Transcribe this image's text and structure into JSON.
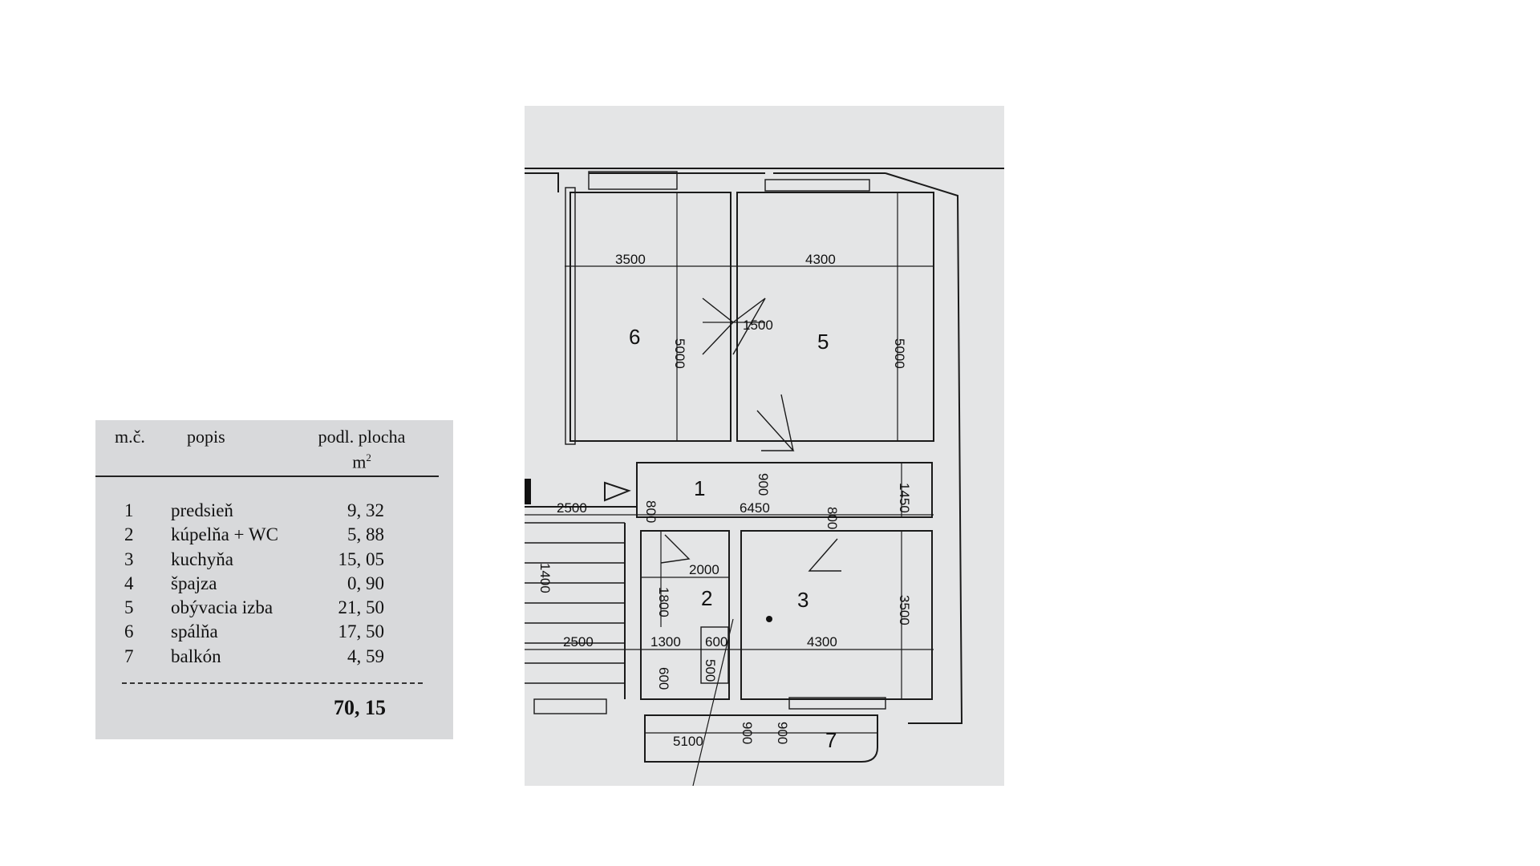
{
  "table": {
    "header": {
      "col_number": "m.č.",
      "col_description": "popis",
      "col_area": "podl. plocha",
      "col_area_unit": "m",
      "col_area_unit_sup": "2"
    },
    "rows": [
      {
        "no": "1",
        "name": "predsieň",
        "area": "9, 32"
      },
      {
        "no": "2",
        "name": "kúpelňa  +  WC",
        "area": "5, 88"
      },
      {
        "no": "3",
        "name": "kuchyňa",
        "area": "15, 05"
      },
      {
        "no": "4",
        "name": "špajza",
        "area": "0, 90"
      },
      {
        "no": "5",
        "name": "obývacia izba",
        "area": "21, 50"
      },
      {
        "no": "6",
        "name": "spálňa",
        "area": "17, 50"
      },
      {
        "no": "7",
        "name": "balkón",
        "area": "4, 59"
      }
    ],
    "total": "70, 15"
  },
  "plan": {
    "room_labels": {
      "r1": "1",
      "r2": "2",
      "r3": "3",
      "r5": "5",
      "r6": "6",
      "r7": "7"
    },
    "dimensions": {
      "d3500_top": "3500",
      "d4300_top": "4300",
      "d5000_left": "5000",
      "d5000_right": "5000",
      "d1500": "1500",
      "d2500_a": "2500",
      "d6450": "6450",
      "d900_a": "900",
      "d1450": "1450",
      "d800_a": "800",
      "d800_b": "800",
      "d2000": "2000",
      "d1800": "1800",
      "d1400": "1400",
      "d3500_right": "3500",
      "d2500_b": "2500",
      "d1300": "1300",
      "d600_a": "600",
      "d4300_bottom": "4300",
      "d600_b": "600",
      "d500": "500",
      "d5100": "5100",
      "d900_b": "900",
      "d900_c": "900"
    }
  }
}
